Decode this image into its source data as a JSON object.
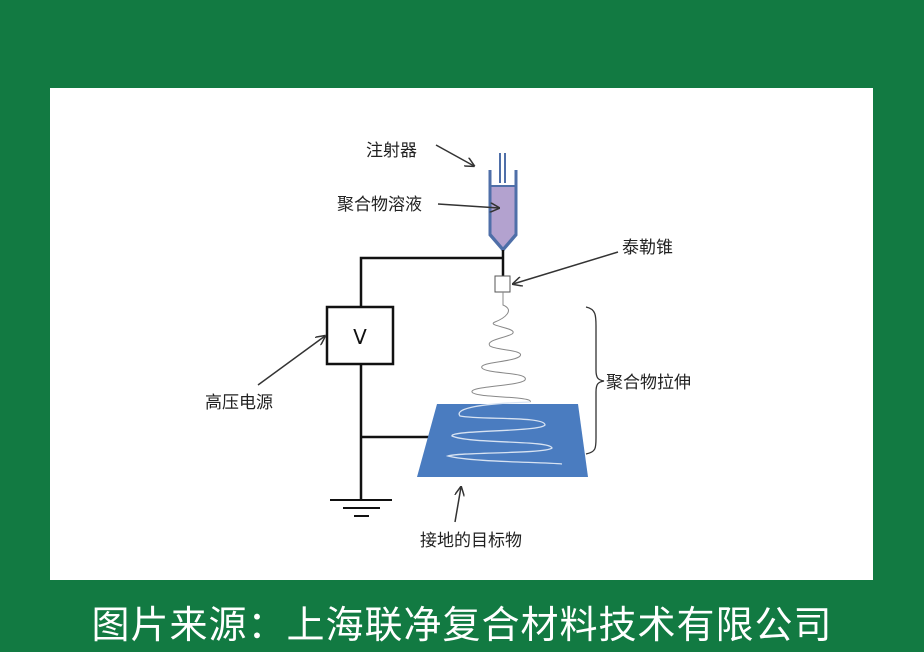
{
  "diagram": {
    "labels": {
      "syringe": "注射器",
      "polymer_solution": "聚合物溶液",
      "taylor_cone": "泰勒锥",
      "high_voltage_source": "高压电源",
      "voltage_symbol": "V",
      "polymer_stretching": "聚合物拉伸",
      "grounded_target": "接地的目标物"
    },
    "colors": {
      "background": "#127a42",
      "solution": "#b3a2cf",
      "syringe_outline": "#4f6fa8",
      "collector": "#4a7cc0"
    }
  },
  "caption": "图片来源：上海联净复合材料技术有限公司"
}
